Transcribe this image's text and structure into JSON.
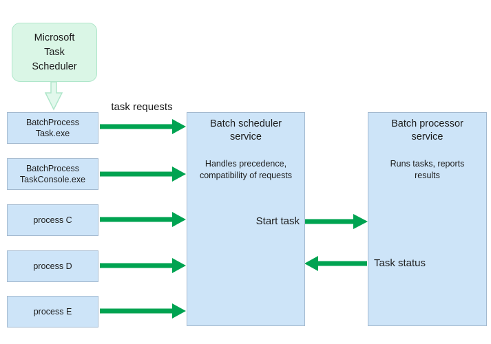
{
  "colors": {
    "arrow_green": "#00a351",
    "box_blue_fill": "#cde4f8",
    "box_blue_border": "#a3b9cf",
    "mint_fill": "#daf6e6",
    "mint_border": "#afe6ca",
    "mint_arrow_fill": "#e2f8ec",
    "text": "#1c1c1c",
    "background": "#ffffff"
  },
  "source": {
    "line1": "Microsoft",
    "line2": "Task",
    "line3": "Scheduler"
  },
  "clients": [
    {
      "line1": "BatchProcess",
      "line2": "Task.exe"
    },
    {
      "line1": "BatchProcess",
      "line2": "TaskConsole.exe"
    },
    {
      "line1": "process C"
    },
    {
      "line1": "process D"
    },
    {
      "line1": "process E"
    }
  ],
  "labels": {
    "task_requests": "task requests",
    "start_task": "Start task",
    "task_status": "Task status"
  },
  "scheduler_service": {
    "title": "Batch scheduler service",
    "description": "Handles precedence, compatibility of requests"
  },
  "processor_service": {
    "title": "Batch processor service",
    "description": "Runs tasks, reports results"
  }
}
